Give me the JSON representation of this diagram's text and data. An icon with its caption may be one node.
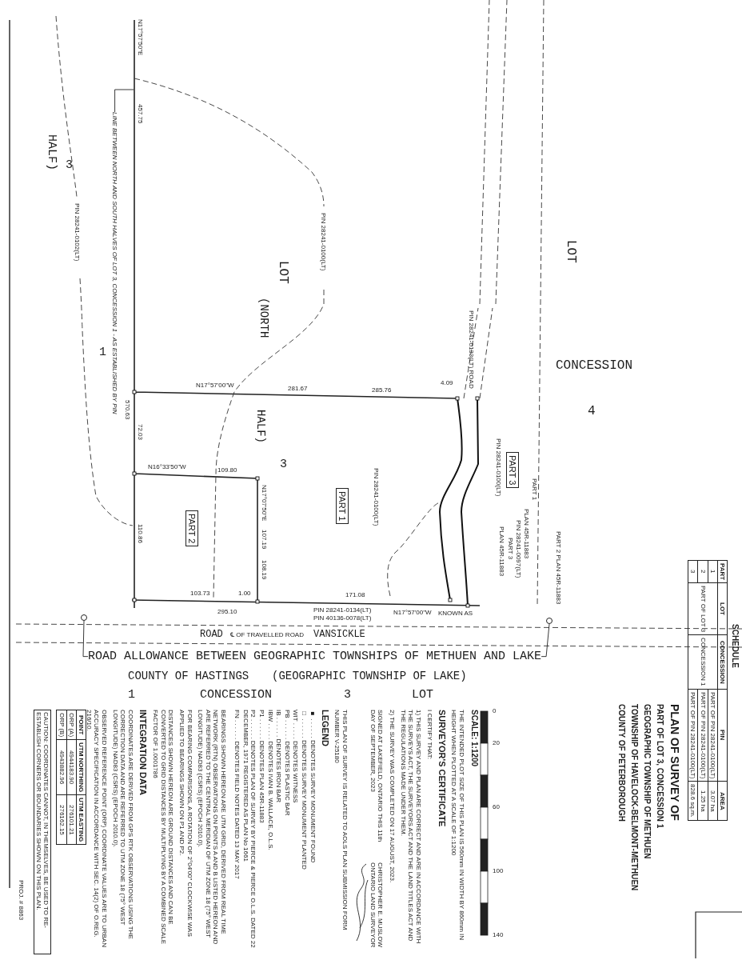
{
  "diagram": {
    "nodes": [
      {
        "text": [
          "PART 1"
        ]
      },
      {
        "text": [
          "PART 2"
        ]
      },
      {
        "text": [
          "PART 3"
        ]
      },
      {
        "text": [
          "ROAD ALLOWANCE BETWEEN GEOGRAPHIC TOWNSHIPS OF METHUEN AND LAKE"
        ]
      },
      {
        "text": [],
        "shape": "circle"
      },
      {
        "text": [],
        "shape": "circle"
      },
      {
        "text": [
          "LINE BETWEEN NORTH AND SOUTH HALVES OF LOT 3, CONCESSION 1 - AS ESTABLISHED BY PIN"
        ]
      }
    ],
    "edges": [
      {
        "from": 3,
        "to": 4,
        "arrow": "none"
      },
      {
        "from": 3,
        "to": 5,
        "arrow": "none"
      },
      {
        "from": 6,
        "to": null,
        "arrow": "none"
      }
    ],
    "labels": [
      "N17°57'50\"E",
      "457.75",
      "HALF)",
      "3",
      "PIN 28241-0102(LT)",
      "1",
      "LOT",
      "(NORTH",
      "HALF)",
      "3",
      "PIN 28241-0100(LT)",
      "PIN 28241-0133(LT) ROAD",
      "LOT",
      "CONCESSION",
      "4",
      "N17°57'00\"W",
      "281.67",
      "285.76",
      "4.09",
      "570.63",
      "72.03",
      "N16°33'50\"W",
      "109.80",
      "N17°07'50\"E",
      "107.19",
      "108.19",
      "110.86",
      "103.73",
      "295.10",
      "1.00",
      "171.08",
      "N17°57'00\"W",
      "PIN 28241-0100(LT)",
      "PIN 28241-0100(LT)",
      "PART 1",
      "PLAN 45R-11883",
      "PIN 28241-0097(LT)",
      "PART 3",
      "PLAN 45R-11883",
      "PART 2 PLAN 45R-11883",
      "PIN 28241-0134(LT)",
      "PIN 40136-0078(LT)",
      "ROAD",
      "℄ OF TRAVELLED ROAD",
      "VANSICKLE",
      "KNOWN AS",
      "(GEOGRAPHIC TOWNSHIP OF LAKE)",
      "COUNTY OF HASTINGS",
      "1",
      "CONCESSION",
      "3",
      "LOT",
      "SCALE: 1:1200",
      "0",
      "20",
      "60",
      "100",
      "140",
      "THE INTENDED PLOT SIZE OF THIS PLAN IS 560mm IN WIDTH BY 860mm IN HEIGHT WHEN PLOTTED AT A SCALE OF 1:1200",
      "SURVEYOR'S CERTIFICATE",
      "I CERTIFY THAT:",
      "1) THIS SURVEY AND PLAN ARE CORRECT AND ARE IN ACCORDANCE WITH THE SURVEYS ACT, THE SURVEYORS ACT AND THE LAND TITLES ACT AND THE REGULATIONS MADE UNDER THEM.",
      "2) THE SURVEY WAS COMPLETED ON 17 AUGUST, 2023.",
      "CHRISTOPHER E. MUSLOW ONTARIO LAND SURVEYOR",
      "SIGNED AT LAKEFIELD, ONTARIO THIS 11th DAY OF SEPTEMBER, 2023",
      "THIS PLAN OF SURVEY IS RELATED TO AOLS PLAN SUBMISSION FORM NUMBER V-25180",
      "LEGEND",
      "BEARINGS SHOWN HEREON ARE UTM GRID, DERIVED FROM REAL TIME NETWORK (RTN) OBSERVATIONS ON POINTS A AND B LISTED HEREON AND ARE REFERRED TO THE CENTRAL MERIDIAN OF UTM ZONE 18 (75° WEST LONGITUDE) NAD83 (CSRS) (EPOCH 2010.0).",
      "FOR BEARING COMPARISONS, A ROTATION OF 2°04'00\" CLOCKWISE WAS APPLIED TO BEARINGS SHOWN ON P1 AND P2.",
      "DISTANCES SHOWN HEREON ARE GROUND DISTANCES AND CAN BE CONVERTED TO GRID DISTANCES BY MULTIPLYING BY A COMBINED SCALE FACTOR OF 1.0001786",
      "INTEGRATION DATA",
      "COORDINATES ARE DERIVED FROM GPS RTK OBSERVATIONS USING THE CORRECTION DATA AND ARE REFERRED TO UTM ZONE 18 (75° WEST LONGITUDE) NAD83 (CSRS) (EPOCH 2010.0).",
      "OBSERVED REFERENCE POINT (ORP) COORDINATE VALUES ARE TO URBAN ACCURACY SPECIFICATION IN ACCORDANCE WITH SEC. 14(2) OF O.REG. 216/10.",
      "POINT",
      "UTM NORTHING",
      "UTM EASTING",
      "ORP (A)",
      "4944183.90",
      "276101.21",
      "ORP (B)",
      "4943882.96",
      "276162.15",
      "CAUTION: COORDINATES CANNOT, IN THEMSELVES, BE USED TO RE-ESTABLISH CORNERS OR BOUNDARIES SHOWN ON THIS PLAN.",
      "PROJ. # 8863",
      "PLAN OF SURVEY OF",
      "PART OF LOT 3, CONCESSION 1",
      "GEOGRAPHIC TOWNSHIP OF METHUEN",
      "TOWNSHIP OF HAVELOCK-BELMONT-METHUEN",
      "COUNTY OF PETERBOROUGH",
      "SCHEDULE",
      "PART",
      "LOT",
      "CONCESSION",
      "PIN",
      "AREA",
      "1",
      "PART OF LOT 3",
      "CONCESSION 1",
      "PART OF PIN 28241-0100(LT)",
      "3.07 ha",
      "2",
      "PART OF PIN 28241-0100(LT)",
      "1.25 ha",
      "3",
      "PART OF PIN 28241-0100(LT)",
      "828.6 sq.m."
    ],
    "legend": [
      {
        "text": "■ . . . . . . DENOTES SURVEY MONUMENT FOUND"
      },
      {
        "text": "□ . . . . . . DENOTES SURVEY MONUMENT PLANTED"
      },
      {
        "text": "WIT . . . . . DENOTES WITNESS"
      },
      {
        "text": "PB . . . . . . DENOTES PLASTIC BAR"
      },
      {
        "text": "IB . . . . . . DENOTES IRON BAR"
      },
      {
        "text": "IBW . . . . . DENOTES IVAN B. WALLACE, O.L.S."
      },
      {
        "text": "P1 . . . . . . DENOTES PLAN 45R-11883"
      },
      {
        "text": "P2 . . . . . . DENOTES PLAN OF SURVEY BY PIERCE & PIERCE O.L.S. DATED 22 DECEMBER, 1971 REGISTERED AS PLAN No 1661"
      },
      {
        "text": "FN . . . . . . DENOTES FIELD NOTES DATED 13 MAY 2017"
      }
    ]
  }
}
